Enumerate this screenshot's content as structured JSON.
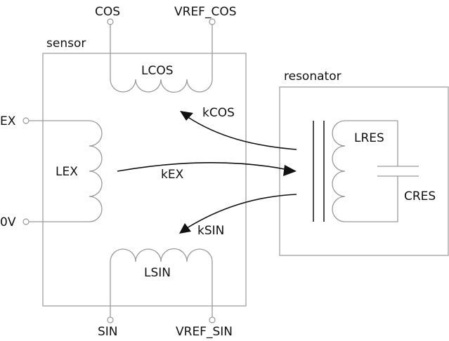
{
  "diagram": {
    "blocks": {
      "sensor": {
        "label": "sensor"
      },
      "resonator": {
        "label": "resonator"
      }
    },
    "terminals": {
      "cos": "COS",
      "vref_cos": "VREF_COS",
      "ex": "EX",
      "zero_v": "0V",
      "sin": "SIN",
      "vref_sin": "VREF_SIN"
    },
    "components": {
      "lcos": "LCOS",
      "lex": "LEX",
      "lsin": "LSIN",
      "lres": "LRES",
      "cres": "CRES"
    },
    "couplings": {
      "kcos": "kCOS",
      "kex": "kEX",
      "ksin": "kSIN"
    },
    "colors": {
      "wire": "#9a9a9a",
      "arrow": "#111111",
      "text": "#111111"
    }
  }
}
